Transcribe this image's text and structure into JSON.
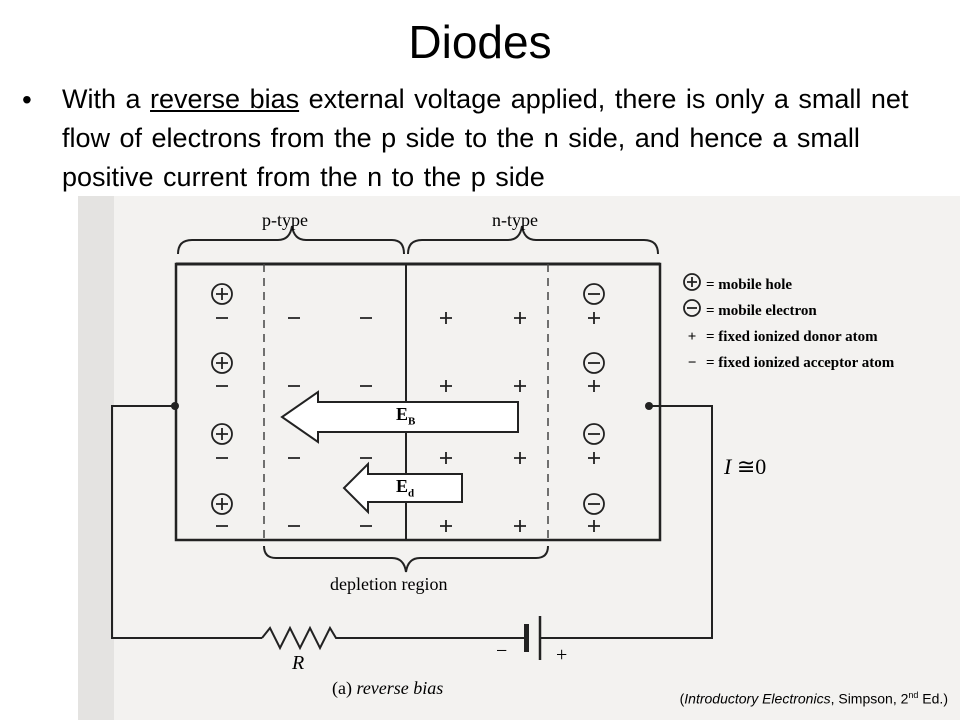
{
  "slide": {
    "title": "Diodes",
    "bullet": {
      "before": "With a ",
      "underlined": "reverse bias",
      "after": " external voltage applied, there is only a small net flow of electrons from the p side to the n side, and hence a small positive current from the n to the p side"
    }
  },
  "figure": {
    "p_type_label": "p-type",
    "n_type_label": "n-type",
    "depletion_label": "depletion region",
    "field_b_main": "E",
    "field_b_sub": "B",
    "field_d_main": "E",
    "field_d_sub": "d",
    "current_label": "I",
    "current_approx": "≅",
    "current_value": "0",
    "resistor_label": "R",
    "battery_minus": "−",
    "battery_plus": "+",
    "caption_prefix": "(a)",
    "caption_text": "reverse bias",
    "legend": [
      {
        "symbol": "⊕",
        "text": "= mobile hole"
      },
      {
        "symbol": "⊖",
        "text": "= mobile electron"
      },
      {
        "symbol": "+",
        "text": "= fixed ionized donor atom"
      },
      {
        "symbol": "−",
        "text": "= fixed ionized acceptor atom"
      }
    ]
  },
  "citation": {
    "open": "(",
    "book": "Introductory Electronics",
    "middle": ", Simpson, 2",
    "sup": "nd",
    "end": " Ed.)"
  }
}
